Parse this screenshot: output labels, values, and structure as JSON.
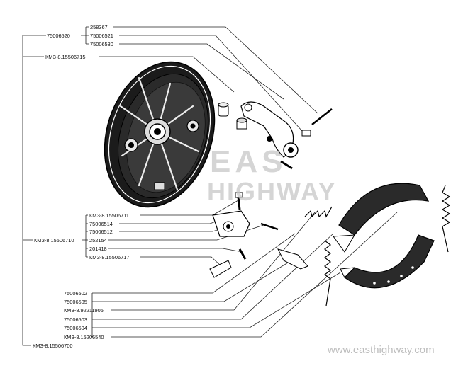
{
  "labels": {
    "top_group": [
      "258367",
      "75006521",
      "75006530"
    ],
    "top_parent": "75006520",
    "backplate": "КМЗ-8.15506715",
    "mid_group": [
      "КМЗ-8.15506711",
      "75006514",
      "75006512",
      "252154",
      "201418",
      "КМЗ-8.15506717"
    ],
    "mid_parent": "КМЗ-8.15506710",
    "bottom_group": [
      "75006502",
      "75006505",
      "КМЗ-8.92211905",
      "75006503",
      "75006504",
      "КМЗ-8.15206540"
    ],
    "root": "КМЗ-8.15506700"
  },
  "watermark": {
    "line1": "EAS",
    "line2": "HIGHWAY",
    "site": "www.easthighway.com"
  }
}
